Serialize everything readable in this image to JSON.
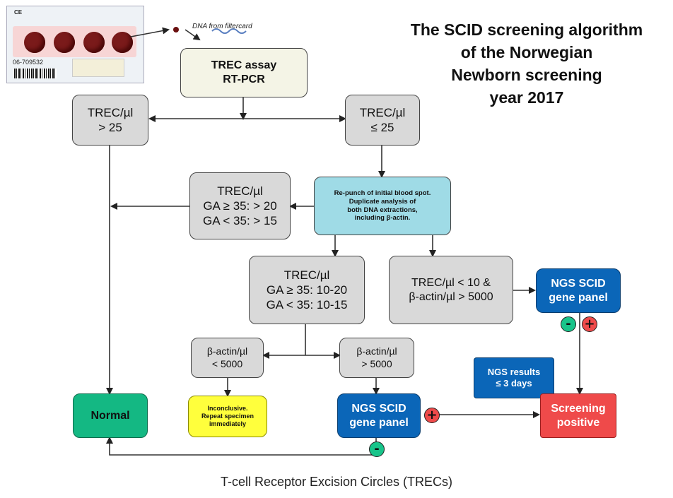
{
  "title": [
    "The SCID screening algorithm",
    "of the Norwegian",
    "Newborn screening",
    "year 2017"
  ],
  "card": {
    "id": "06-709532",
    "ce": "CE"
  },
  "dna_label": "DNA from filtercard",
  "boxes": {
    "trec_assay": [
      "TREC assay",
      "RT-PCR"
    ],
    "trec_gt25": [
      "TREC/µl",
      "> 25"
    ],
    "trec_le25": [
      "TREC/µl",
      "≤ 25"
    ],
    "repunch": [
      "Re-punch of initial blood spot.",
      "Duplicate analysis of",
      "both DNA extractions,",
      "including β-actin."
    ],
    "trec_high": [
      "TREC/µl",
      "GA ≥ 35: > 20",
      "GA < 35: > 15"
    ],
    "trec_mid": [
      "TREC/µl",
      "GA ≥ 35: 10-20",
      "GA < 35: 10-15"
    ],
    "trec_low": [
      "TREC/µl < 10 &",
      "β-actin/µl > 5000"
    ],
    "ngs_top": [
      "NGS SCID",
      "gene panel"
    ],
    "actin_low": [
      "β-actin/µl",
      "< 5000"
    ],
    "actin_high": [
      "β-actin/µl",
      "> 5000"
    ],
    "ngs_results": [
      "NGS results",
      "≤ 3 days"
    ],
    "inconclusive": [
      "Inconclusive.",
      "Repeat specimen",
      "immediately"
    ],
    "normal": [
      "Normal"
    ],
    "ngs_bottom": [
      "NGS SCID",
      "gene panel"
    ],
    "screening_positive": [
      "Screening",
      "positive"
    ]
  },
  "signs": {
    "negative": "-",
    "positive": "+"
  },
  "footer": "T-cell Receptor Excision Circles (TRECs)"
}
